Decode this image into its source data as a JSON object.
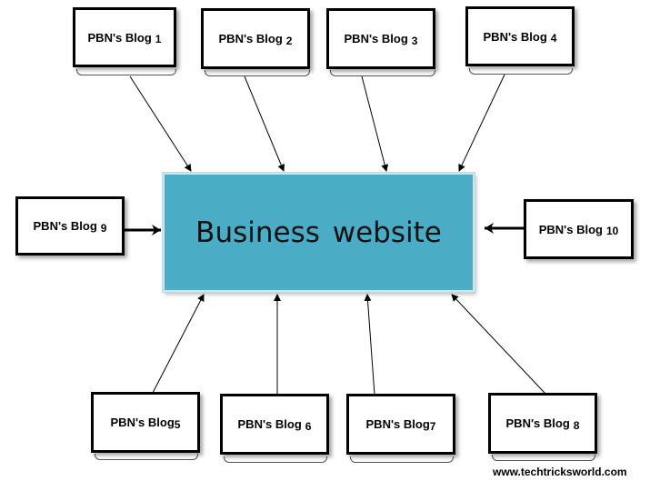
{
  "center": {
    "label": "Business website"
  },
  "blogs": [
    {
      "label": "PBN's Blog",
      "num": "1"
    },
    {
      "label": "PBN's Blog",
      "num": "2"
    },
    {
      "label": "PBN's Blog",
      "num": "3"
    },
    {
      "label": "PBN's Blog",
      "num": "4"
    },
    {
      "label": "PBN's Blog",
      "num": "5"
    },
    {
      "label": "PBN's Blog",
      "num": "6"
    },
    {
      "label": "PBN's Blog",
      "num": "7"
    },
    {
      "label": "PBN's Blog",
      "num": "8"
    },
    {
      "label": "PBN's Blog",
      "num": "9"
    },
    {
      "label": "PBN's Blog",
      "num": "10"
    }
  ],
  "credit": "www.techtricksworld.com",
  "colors": {
    "center_fill": "#4bacc6",
    "box_border": "#000000",
    "arrow": "#000000"
  }
}
